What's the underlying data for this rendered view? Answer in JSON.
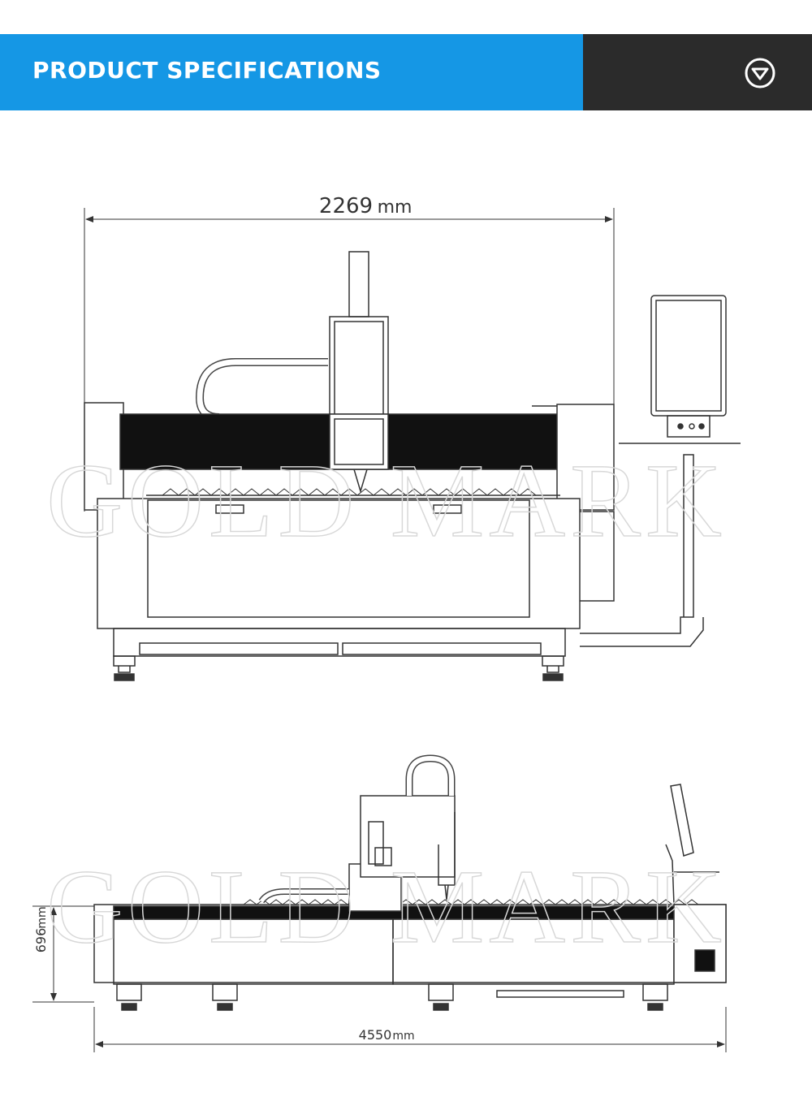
{
  "header": {
    "title": "PRODUCT SPECIFICATIONS",
    "icon": "chevron-down-circle-icon",
    "colors": {
      "left": "#1597e5",
      "right": "#2b2b2b",
      "text": "#ffffff"
    }
  },
  "front_view": {
    "width_value": "2269",
    "width_unit": "mm",
    "watermark": "GOLD MARK"
  },
  "side_view": {
    "height_value": "696",
    "height_unit": "mm",
    "length_value": "4550",
    "length_unit": "mm",
    "watermark": "GOLD MARK"
  }
}
